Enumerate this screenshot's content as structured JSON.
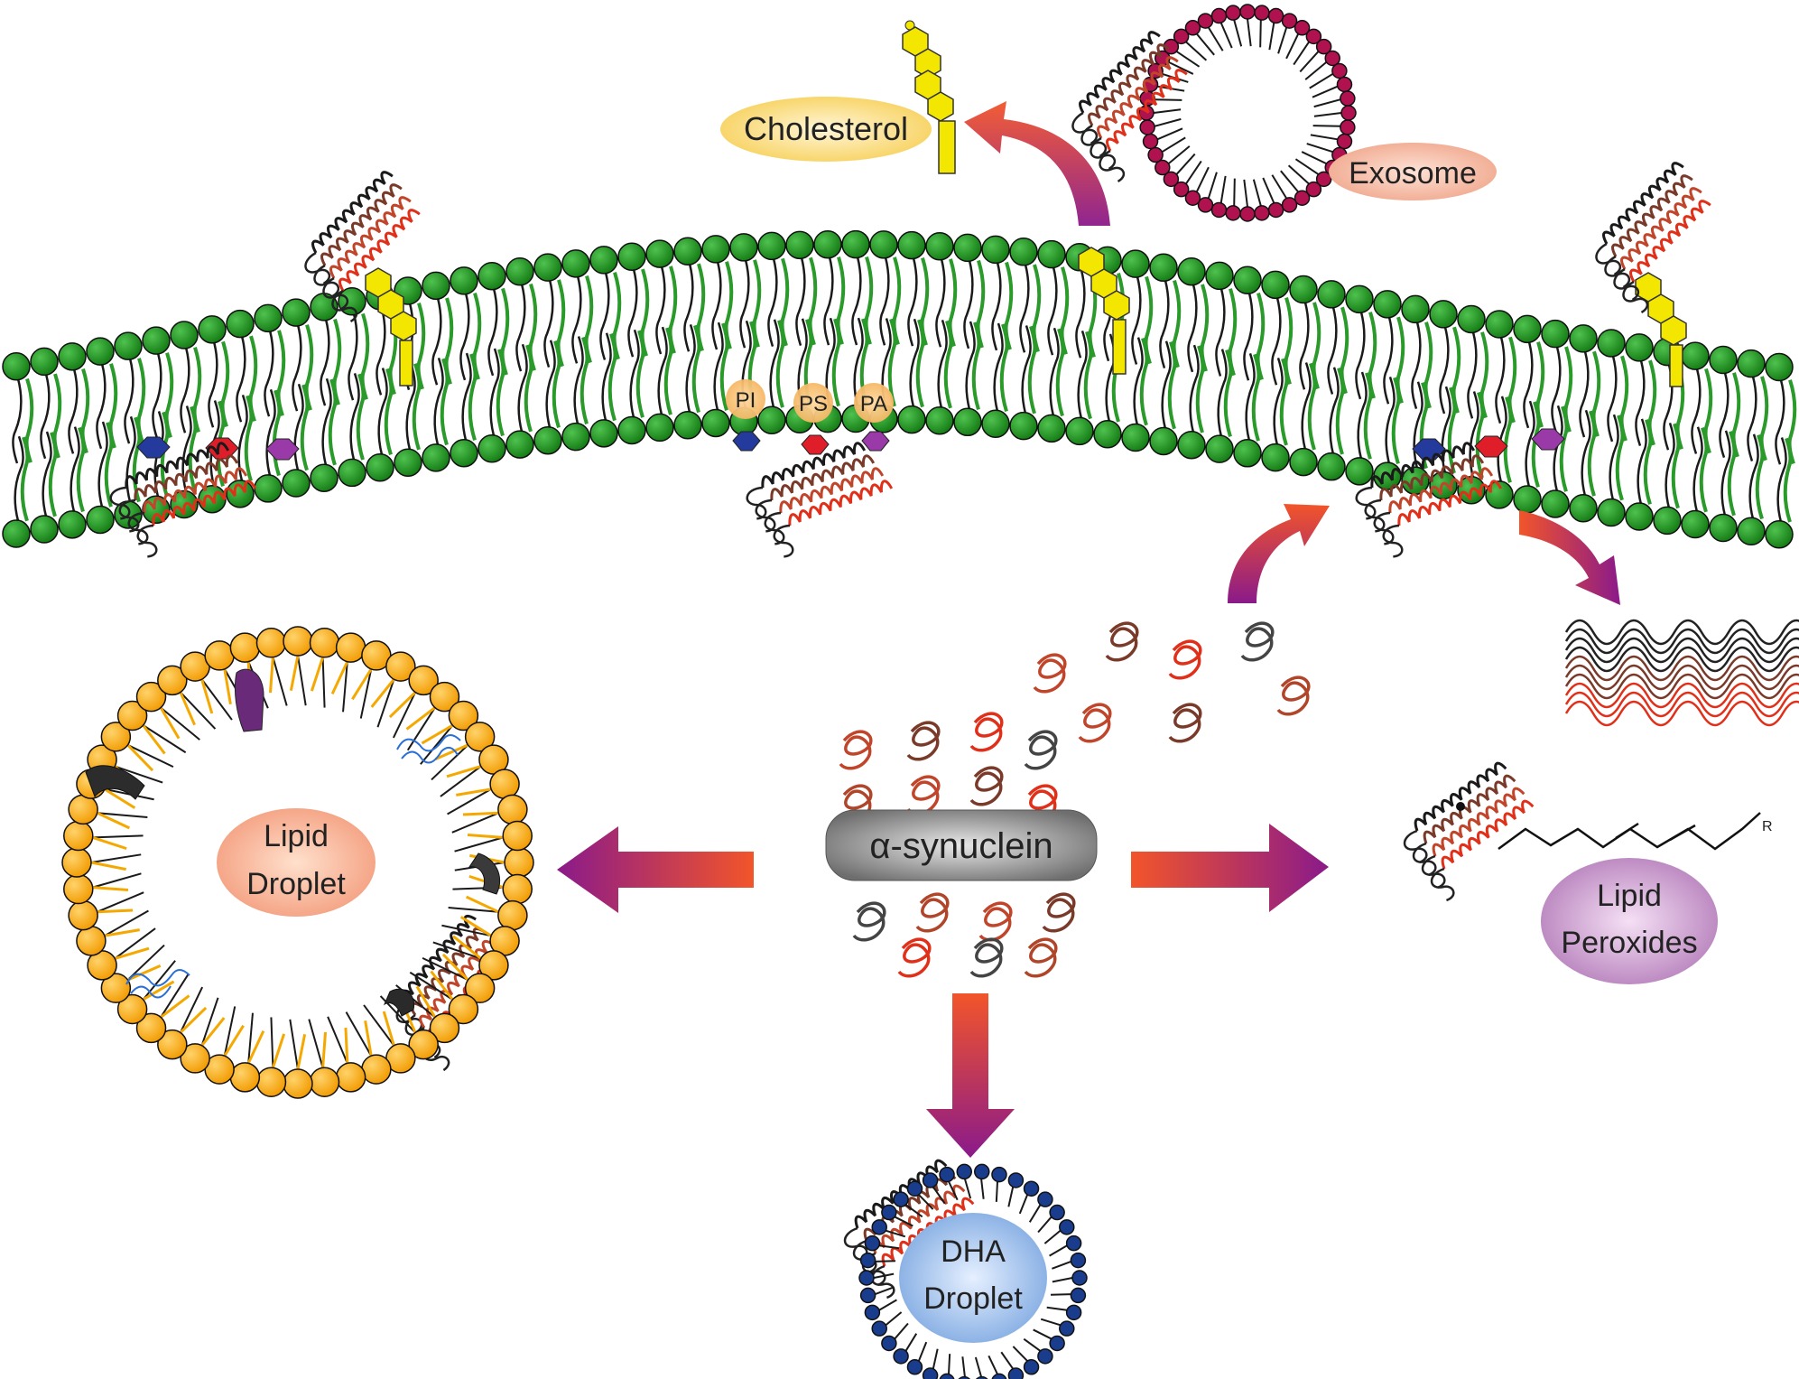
{
  "labels": {
    "cholesterol": "Cholesterol",
    "exosome": "Exosome",
    "pi": "PI",
    "ps": "PS",
    "pa": "PA",
    "synuclein": "α-synuclein",
    "lipid_droplet_1": "Lipid",
    "lipid_droplet_2": "Droplet",
    "lipid_peroxides_1": "Lipid",
    "lipid_peroxides_2": "Peroxides",
    "dha_1": "DHA",
    "dha_2": "Droplet",
    "r_group": "R"
  },
  "colors": {
    "membrane_head": "#1f8f1f",
    "membrane_tail": "#2a9a2a",
    "cholesterol": "#f3e600",
    "exosome_head": "#b0124f",
    "droplet_head": "#f5a800",
    "dha_head": "#1a3c8c",
    "arrow_start": "#f2552a",
    "arrow_end": "#8a1a8a",
    "pi_hex": "#243a9c",
    "ps_hex": "#e01e2a",
    "pa_hex": "#9a3aa8"
  }
}
